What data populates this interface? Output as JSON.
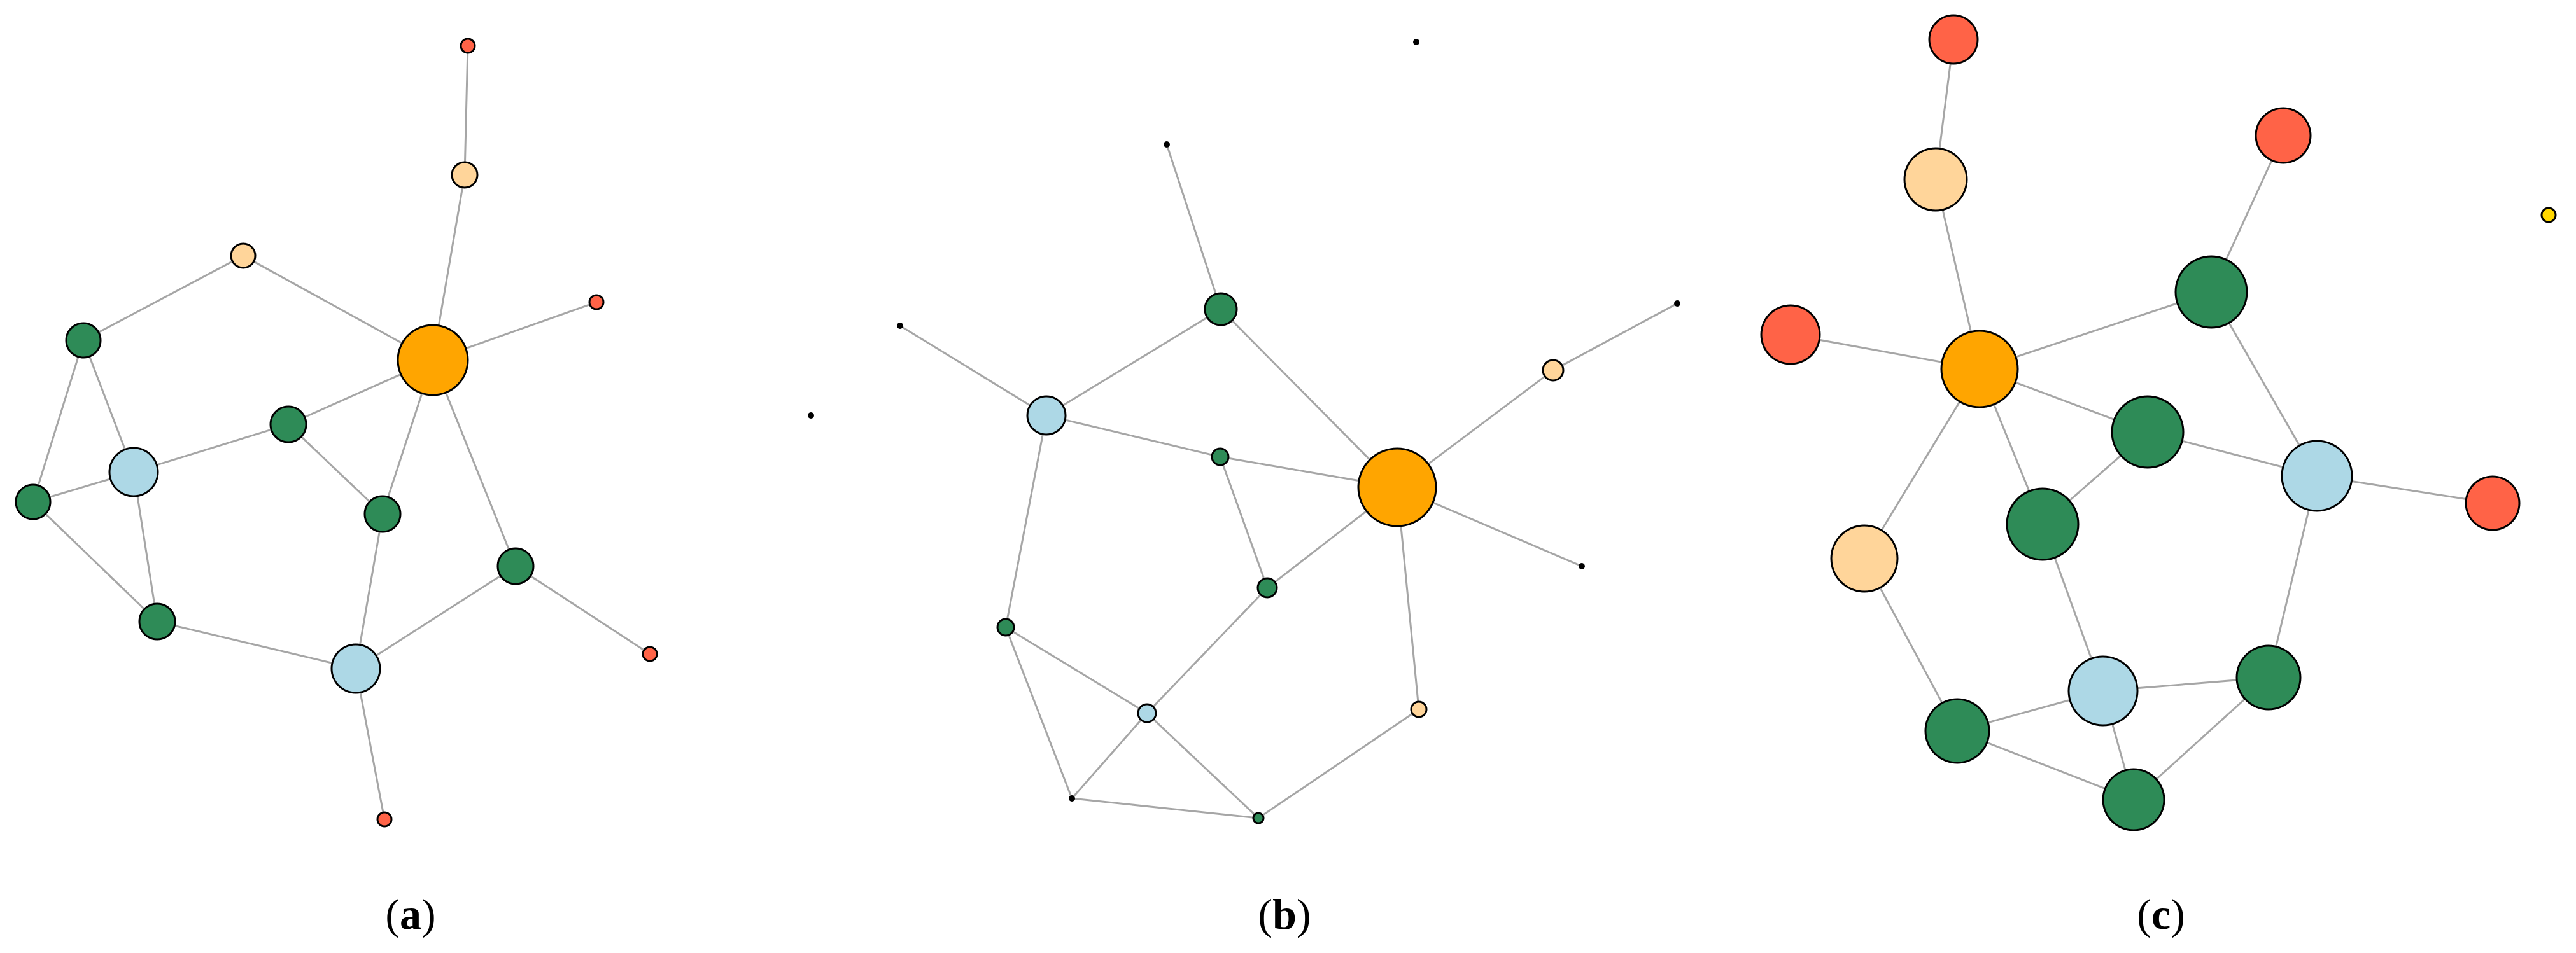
{
  "colors": {
    "hub_orange": "#FFA500",
    "green": "#2E8B57",
    "light_blue": "#ADD8E6",
    "peach": "#FFD59A",
    "red": "#FF6347",
    "yellow": "#FFD700",
    "edge_gray": "#A6A6A6"
  },
  "panels": [
    {
      "id": "a",
      "caption_open": "(",
      "caption_letter": "a",
      "caption_close": ")"
    },
    {
      "id": "b",
      "caption_open": "(",
      "caption_letter": "b",
      "caption_close": ")"
    },
    {
      "id": "c",
      "caption_open": "(",
      "caption_letter": "c",
      "caption_close": ")"
    }
  ]
}
